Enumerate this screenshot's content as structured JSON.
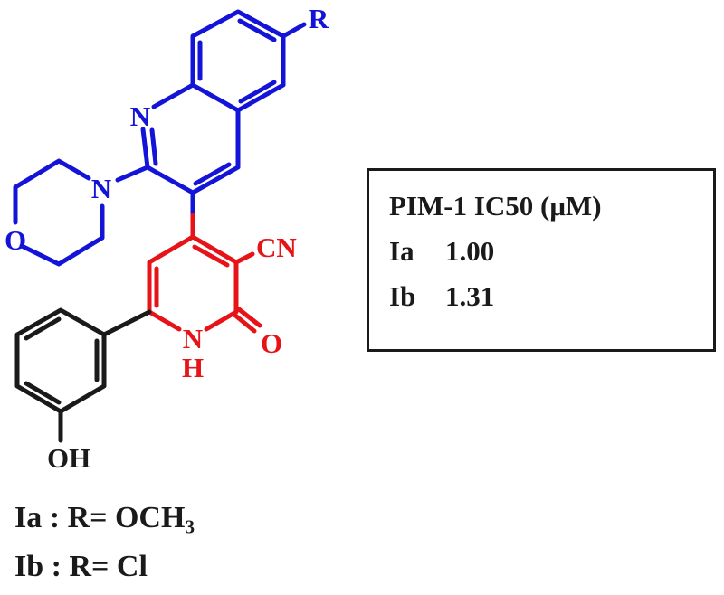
{
  "colors": {
    "blue": "#1414d9",
    "red": "#e61418",
    "black": "#1a1a1a"
  },
  "molecule": {
    "labels": {
      "r_group": "R",
      "quinoline_nitrogen": "N",
      "morpholine_nitrogen": "N",
      "morpholine_oxygen": "O",
      "nitrile_group": "CN",
      "carbonyl_oxygen": "O",
      "ring_nh_n": "N",
      "ring_nh_h": "H",
      "hydroxyl": "OH"
    }
  },
  "results_box": {
    "title": "PIM-1 IC50 (μM)",
    "rows": [
      {
        "compound": "Ia",
        "value": "1.00"
      },
      {
        "compound": "Ib",
        "value": "1.31"
      }
    ]
  },
  "captions": {
    "ia_prefix": "Ia : R= OCH",
    "ia_subscript": "3",
    "ib": "Ib : R= Cl"
  }
}
